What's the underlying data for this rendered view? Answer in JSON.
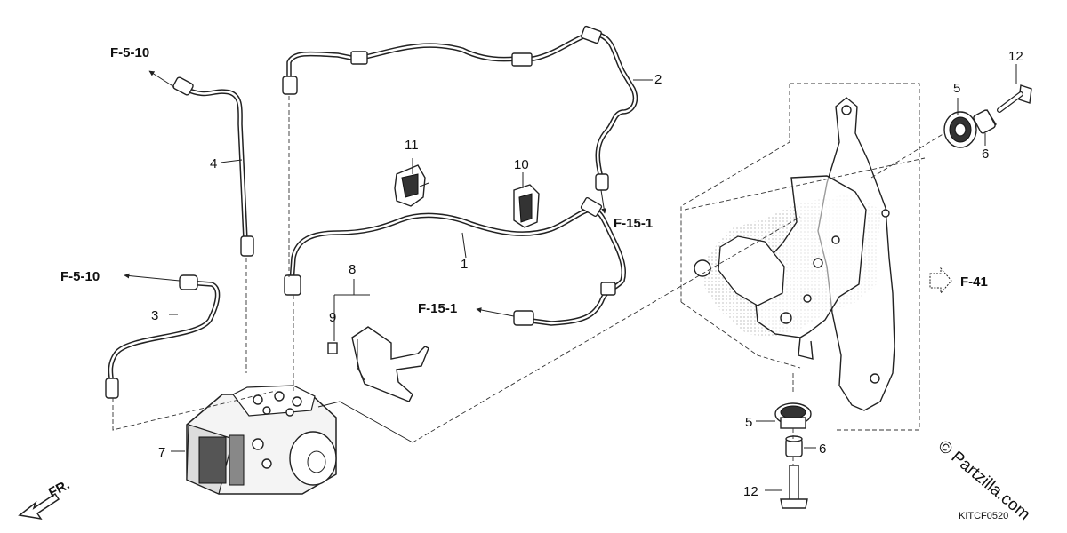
{
  "callouts": {
    "c1": "1",
    "c2": "2",
    "c3": "3",
    "c4": "4",
    "c5a": "5",
    "c5b": "5",
    "c6a": "6",
    "c6b": "6",
    "c7": "7",
    "c8": "8",
    "c9": "9",
    "c10": "10",
    "c11": "11",
    "c12a": "12",
    "c12b": "12"
  },
  "references": {
    "f510_top": "F-5-10",
    "f510_mid": "F-5-10",
    "f151_right": "F-15-1",
    "f151_mid": "F-15-1",
    "f41": "F-41"
  },
  "direction": {
    "front": "FR."
  },
  "footer": {
    "code": "KITCF0520",
    "watermark": "© Partzilla.com"
  },
  "colors": {
    "line": "#222222",
    "background": "#ffffff"
  }
}
